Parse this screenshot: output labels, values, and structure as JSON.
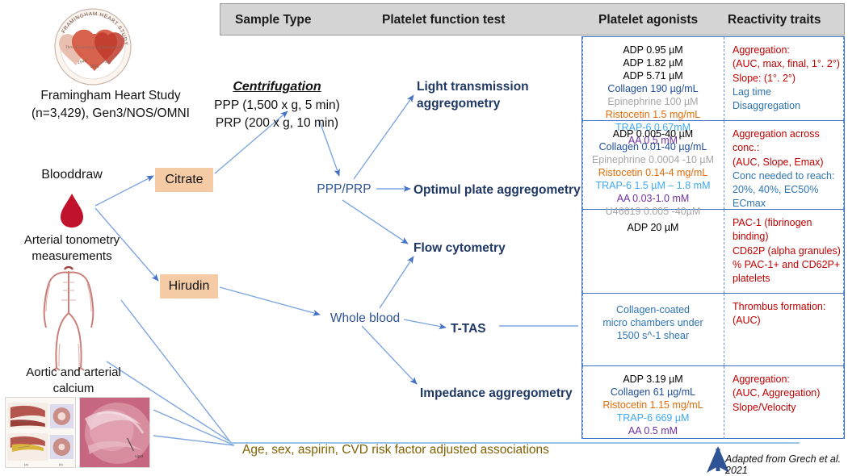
{
  "table": {
    "headers": [
      "Sample Type",
      "Platelet function test",
      "Platelet agonists",
      "Reactivity traits"
    ],
    "rows": [
      {
        "test": "Light transmission aggregometry",
        "agonists": [
          {
            "text": "ADP 0.95 µM",
            "color": "black"
          },
          {
            "text": "ADP 1.82 µM",
            "color": "black"
          },
          {
            "text": "ADP 5.71 µM",
            "color": "black"
          },
          {
            "text": "Collagen 190  µg/mL",
            "color": "blue"
          },
          {
            "text": "Epinephrine 100  µM",
            "color": "gray"
          },
          {
            "text": "Ristocetin 1.5 mg/mL",
            "color": "orange"
          },
          {
            "text": "TRAP-6 0.67mM",
            "color": "ltblue"
          },
          {
            "text": "AA 0.5 mM",
            "color": "purple"
          }
        ],
        "traits": [
          {
            "text": "Aggregation:",
            "color": "red"
          },
          {
            "text": "(AUC, max, final, 1°. 2°)",
            "color": "red"
          },
          {
            "text": "Slope: (1°. 2°)",
            "color": "red"
          },
          {
            "text": "Lag time",
            "color": "steel"
          },
          {
            "text": "Disaggregation",
            "color": "steel"
          }
        ]
      },
      {
        "test": "Optimul plate aggregometry",
        "agonists": [
          {
            "text": "ADP 0.005-40 µM",
            "color": "black"
          },
          {
            "text": "Collagen 0.01-40 µg/mL",
            "color": "blue"
          },
          {
            "text": "Epinephrine 0.0004 -10 µM",
            "color": "gray"
          },
          {
            "text": "Ristocetin 0.14-4 mg/mL",
            "color": "orange"
          },
          {
            "text": "TRAP-6 1.5 µM – 1.8 mM",
            "color": "ltblue"
          },
          {
            "text": "AA 0.03-1.0 mM",
            "color": "purple"
          },
          {
            "text": "U46619 0.005 -40µM",
            "color": "gray"
          }
        ],
        "traits": [
          {
            "text": "Aggregation across conc.:",
            "color": "red"
          },
          {
            "text": "(AUC, Slope, Emax)",
            "color": "red"
          },
          {
            "text": "Conc needed to reach:",
            "color": "steel"
          },
          {
            "text": "20%, 40%, EC50%",
            "color": "steel"
          },
          {
            "text": "ECmax",
            "color": "steel"
          }
        ]
      },
      {
        "test": "Flow cytometry",
        "agonists": [
          {
            "text": "ADP 20 µM",
            "color": "black"
          }
        ],
        "traits": [
          {
            "text": "PAC-1 (fibrinogen binding)",
            "color": "red"
          },
          {
            "text": "CD62P (alpha granules)",
            "color": "red"
          },
          {
            "text": "% PAC-1+ and CD62P+",
            "color": "red"
          },
          {
            "text": "platelets",
            "color": "red"
          }
        ]
      },
      {
        "test": "T-TAS",
        "agonists": [
          {
            "text": "Collagen-coated",
            "color": "steel"
          },
          {
            "text": "micro chambers under",
            "color": "steel"
          },
          {
            "text": "1500 s^-1 shear",
            "color": "steel"
          }
        ],
        "traits": [
          {
            "text": "Thrombus formation:",
            "color": "red"
          },
          {
            "text": "(AUC)",
            "color": "red"
          }
        ]
      },
      {
        "test": "Impedance aggregometry",
        "agonists": [
          {
            "text": "ADP 3.19 µM",
            "color": "black"
          },
          {
            "text": "Collagen 61  µg/mL",
            "color": "blue"
          },
          {
            "text": "Ristocetin 1.15 mg/mL",
            "color": "orange"
          },
          {
            "text": "TRAP-6 669 µM",
            "color": "ltblue"
          },
          {
            "text": "AA 0.5 mM",
            "color": "purple"
          }
        ],
        "traits": [
          {
            "text": "Aggregation:",
            "color": "red"
          },
          {
            "text": "(AUC, Aggregation)",
            "color": "red"
          },
          {
            "text": "Slope/Velocity",
            "color": "red"
          }
        ]
      }
    ]
  },
  "study": {
    "caption_line1": "Framingham Heart Study",
    "caption_line2": "(n=3,429), Gen3/NOS/OMNI",
    "logo_title": "FRAMINGHAM HEART STUDY",
    "logo_motto": "Three Generations of Dedication",
    "logo_years": [
      "1948",
      "1971",
      "2002"
    ]
  },
  "inputs": {
    "blooddraw": "Blooddraw",
    "tonometry_line1": "Arterial tonometry",
    "tonometry_line2": "measurements",
    "calcium_line1": "Aortic and arterial",
    "calcium_line2": "calcium"
  },
  "anticoagulants": {
    "citrate": "Citrate",
    "hirudin": "Hirudin"
  },
  "centrifugation": {
    "heading": "Centrifugation",
    "ppp": "PPP (1,500 x g, 5 min)",
    "prp": "PRP (200 x g, 10 min)"
  },
  "samples": {
    "ppp_prp": "PPP/PRP",
    "whole_blood": "Whole blood"
  },
  "tests": {
    "lta_line1": "Light transmission",
    "lta_line2": "aggregometry",
    "optimul": "Optimul plate aggregometry",
    "flow_cytometry": "Flow cytometry",
    "ttas": "T-TAS",
    "impedance": "Impedance aggregometry"
  },
  "footer": {
    "banner": "Age, sex, aspirin, CVD risk factor adjusted associations",
    "attribution": "Adapted from Grech et al. 2021"
  },
  "colors": {
    "header_bg": "#D4D4D4",
    "accent_blue": "#4472C4",
    "tan_box": "#F4CBA5",
    "navy_text": "#1F3864",
    "red_trait": "#C00000",
    "olive_text": "#7F6000"
  }
}
